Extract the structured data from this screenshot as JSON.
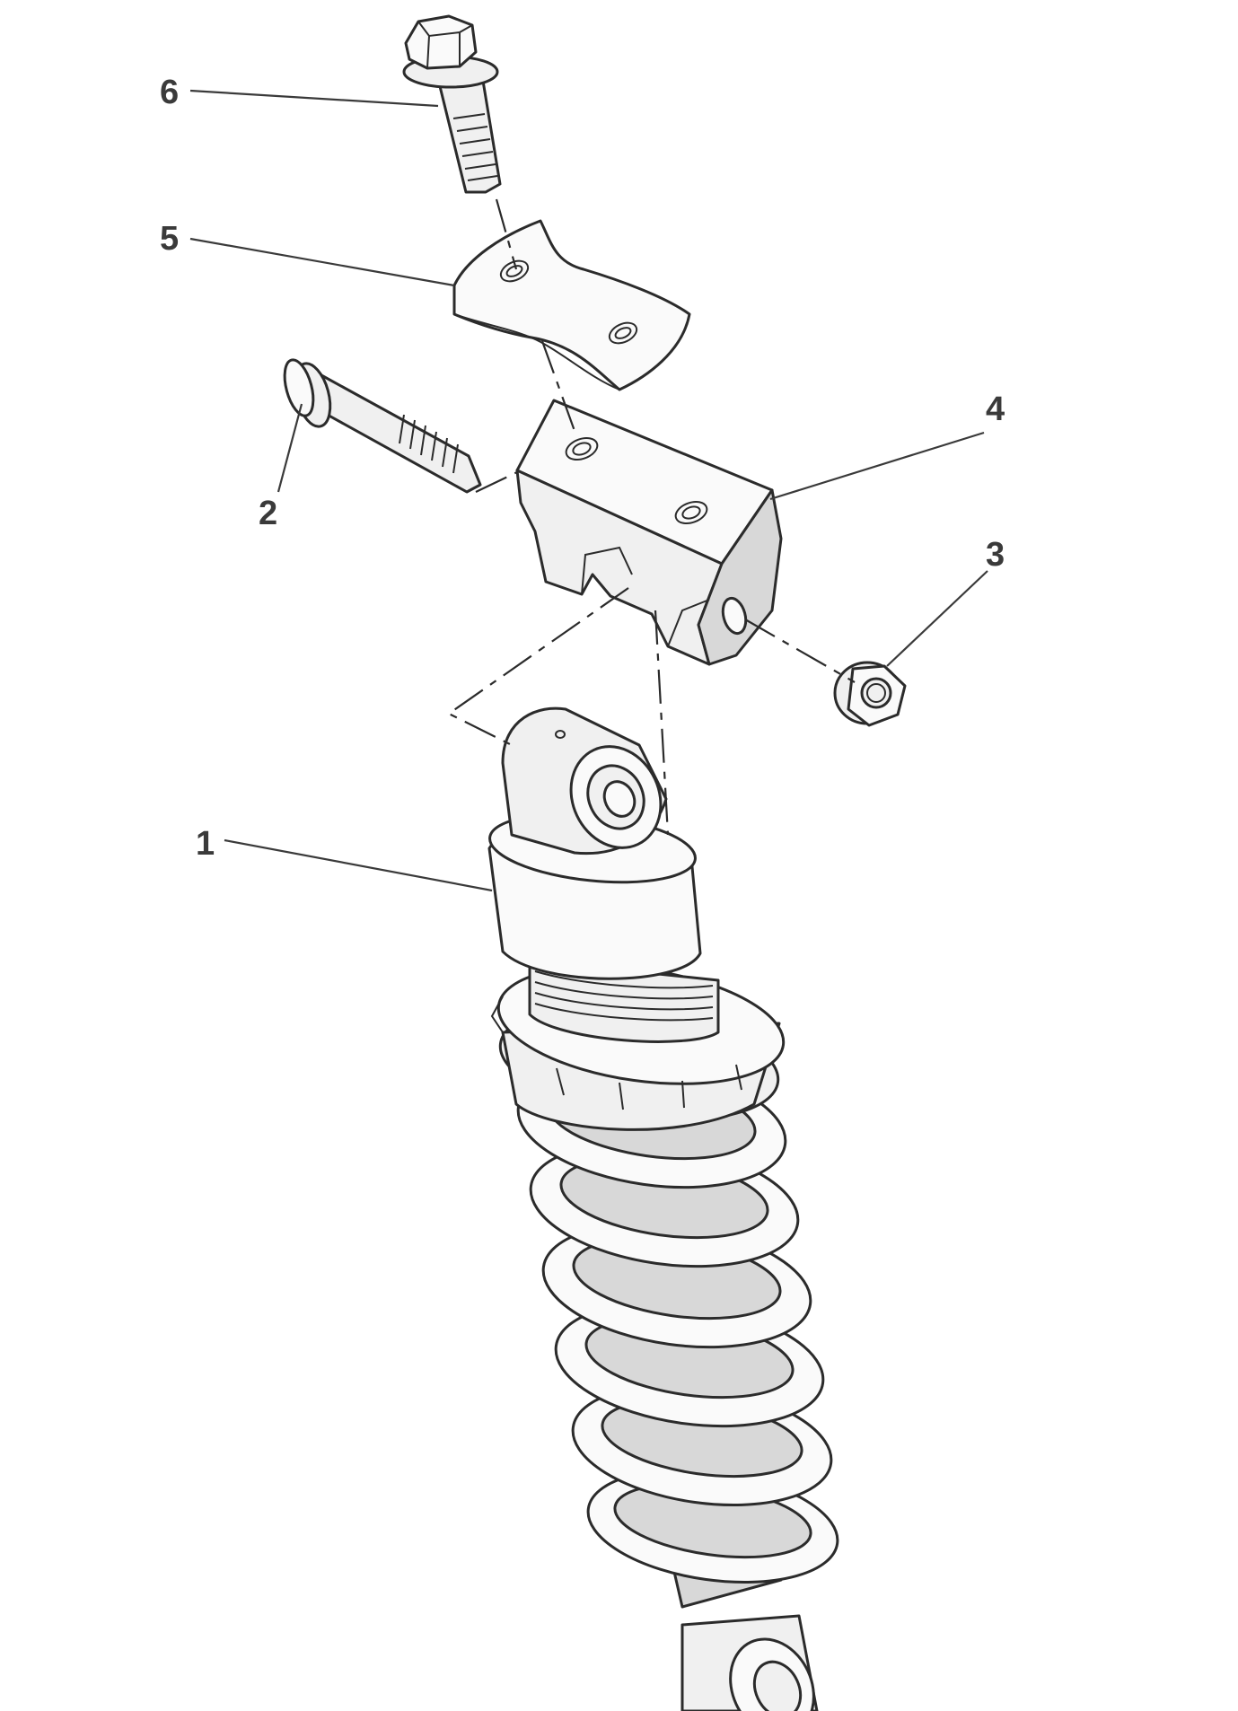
{
  "callouts": [
    {
      "id": "1",
      "label": "1"
    },
    {
      "id": "2",
      "label": "2"
    },
    {
      "id": "3",
      "label": "3"
    },
    {
      "id": "4",
      "label": "4"
    },
    {
      "id": "5",
      "label": "5"
    },
    {
      "id": "6",
      "label": "6"
    }
  ],
  "parts": [
    {
      "callout": "1",
      "icon": "shock-absorber-icon"
    },
    {
      "callout": "2",
      "icon": "long-bolt-icon"
    },
    {
      "callout": "3",
      "icon": "flange-nut-icon"
    },
    {
      "callout": "4",
      "icon": "mounting-bracket-icon"
    },
    {
      "callout": "5",
      "icon": "plate-icon"
    },
    {
      "callout": "6",
      "icon": "flange-bolt-icon"
    }
  ]
}
